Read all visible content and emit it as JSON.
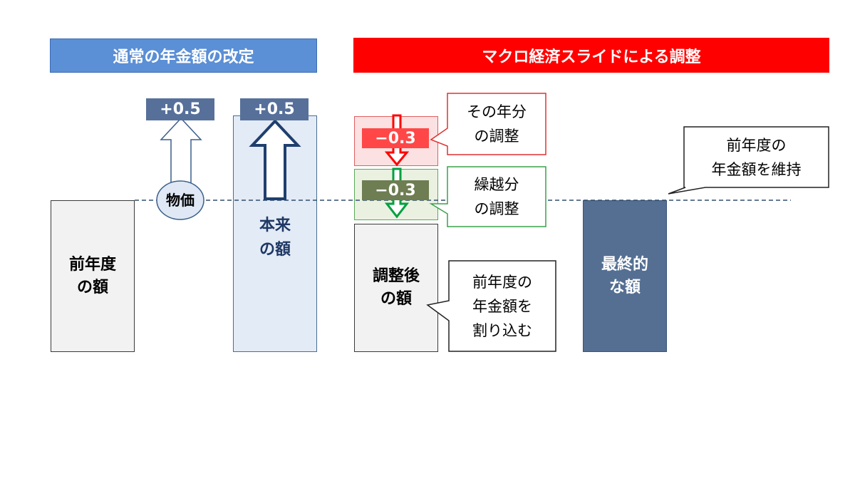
{
  "headers": {
    "normal_revision": "通常の年金額の改定",
    "macro_slide": "マクロ経済スライドによる調整"
  },
  "badges": {
    "price_plus": "+0.5",
    "original_plus": "+0.5",
    "current_year_minus": "−0.3",
    "carryover_minus": "−0.3"
  },
  "labels": {
    "price": "物価",
    "prev_year_line1": "前年度",
    "prev_year_line2": "の額",
    "original_line1": "本来",
    "original_line2": "の額",
    "adjusted_line1": "調整後",
    "adjusted_line2": "の額",
    "final_line1": "最終的",
    "final_line2": "な額"
  },
  "callouts": {
    "current_year_line1": "その年分",
    "current_year_line2": "の調整",
    "carryover_line1": "繰越分",
    "carryover_line2": "の調整",
    "below_prev_line1": "前年度の",
    "below_prev_line2": "年金額を",
    "below_prev_line3": "割り込む",
    "maintain_line1": "前年度の",
    "maintain_line2": "年金額を維持"
  },
  "colors": {
    "blue_header": "#5b8fd6",
    "red_header": "#ff0000",
    "navy_bar": "#556f93",
    "dashed_line": "#2f4f6f",
    "red_adjust": "#ff0000",
    "green_adjust": "#00a040"
  }
}
